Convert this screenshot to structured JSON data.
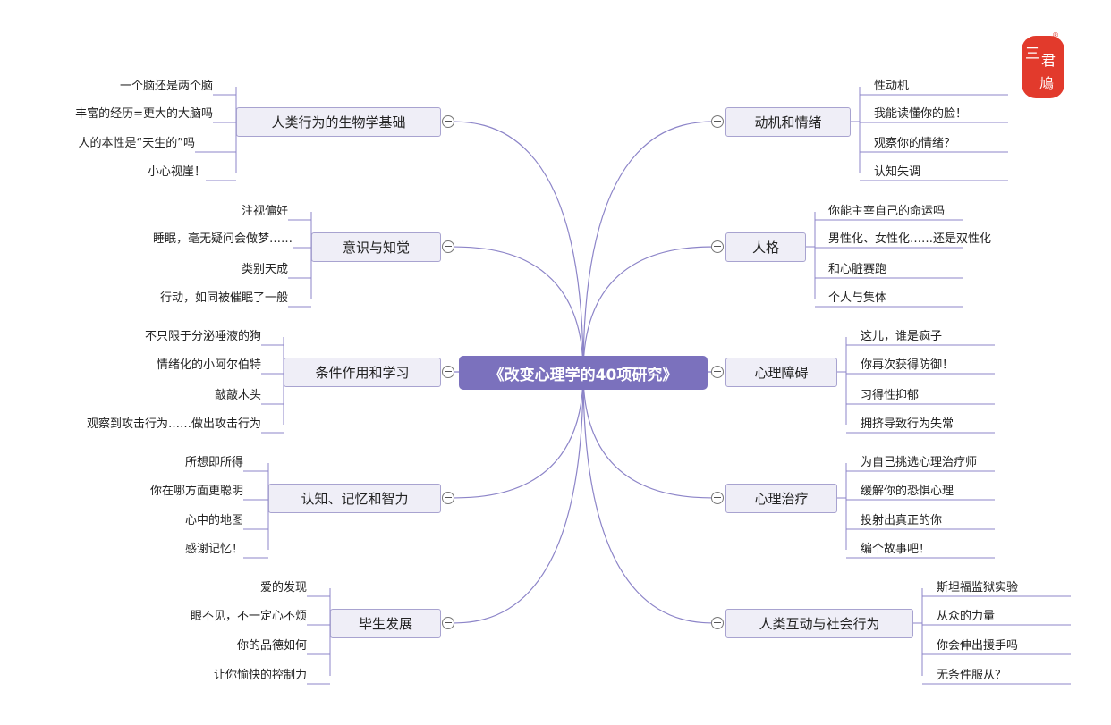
{
  "center": {
    "title": "《改变心理学的40项研究》"
  },
  "stamp": {
    "glyphs": [
      "三",
      "君",
      "鳩"
    ],
    "reg_mark": "®"
  },
  "colors": {
    "accent": "#7b71bd",
    "node_fill": "#efeef7",
    "node_border": "#a8a3d0",
    "line": "#8c84c8",
    "stamp": "#e23a2c"
  },
  "left_branches": [
    {
      "title": "人类行为的生物学基础",
      "leaves": [
        "一个脑还是两个脑",
        "丰富的经历=更大的大脑吗",
        "人的本性是“天生的”吗",
        "小心视崖！"
      ]
    },
    {
      "title": "意识与知觉",
      "leaves": [
        "注视偏好",
        "睡眠，毫无疑问会做梦……",
        "类别天成",
        "行动，如同被催眠了一般"
      ]
    },
    {
      "title": "条件作用和学习",
      "leaves": [
        "不只限于分泌唾液的狗",
        "情绪化的小阿尔伯特",
        "敲敲木头",
        "观察到攻击行为……做出攻击行为"
      ]
    },
    {
      "title": "认知、记忆和智力",
      "leaves": [
        "所想即所得",
        "你在哪方面更聪明",
        "心中的地图",
        "感谢记忆！"
      ]
    },
    {
      "title": "毕生发展",
      "leaves": [
        "爱的发现",
        "眼不见，不一定心不烦",
        "你的品德如何",
        "让你愉快的控制力"
      ]
    }
  ],
  "right_branches": [
    {
      "title": "动机和情绪",
      "leaves": [
        "性动机",
        "我能读懂你的脸！",
        "观察你的情绪？",
        "认知失调"
      ]
    },
    {
      "title": "人格",
      "leaves": [
        "你能主宰自己的命运吗",
        "男性化、女性化……还是双性化",
        "和心脏赛跑",
        "个人与集体"
      ]
    },
    {
      "title": "心理障碍",
      "leaves": [
        "这儿，谁是疯子",
        "你再次获得防御！",
        "习得性抑郁",
        "拥挤导致行为失常"
      ]
    },
    {
      "title": "心理治疗",
      "leaves": [
        "为自己挑选心理治疗师",
        "缓解你的恐惧心理",
        "投射出真正的你",
        "编个故事吧！"
      ]
    },
    {
      "title": "人类互动与社会行为",
      "leaves": [
        "斯坦福监狱实验",
        "从众的力量",
        "你会伸出援手吗",
        "无条件服从？"
      ]
    }
  ]
}
